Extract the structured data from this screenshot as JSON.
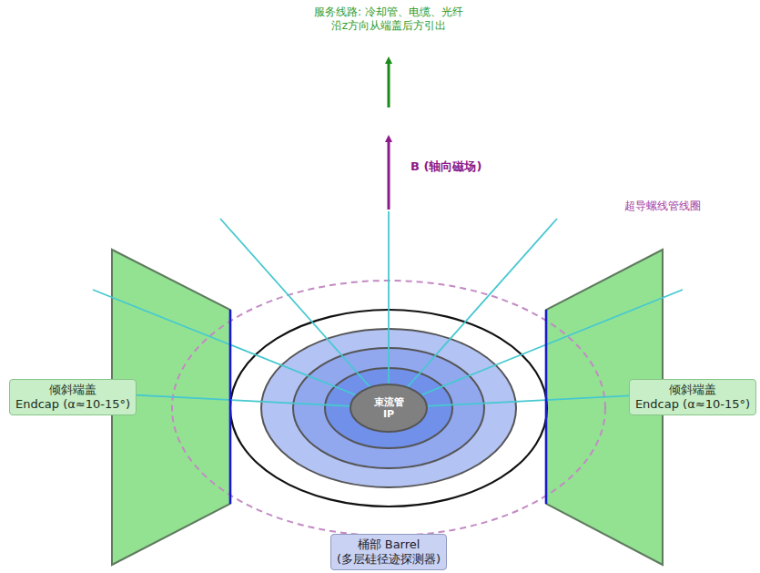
{
  "diagram": {
    "nodes": [
      {
        "text": [
          "倾斜端盖",
          "Endcap (α≈10-15°)"
        ]
      },
      {
        "text": [
          "束流管",
          "IP"
        ]
      },
      {
        "text": [
          "倾斜端盖",
          "Endcap (α≈10-15°)"
        ]
      },
      {
        "text": [
          "桶部 Barrel",
          "(多层硅径迹探测器)"
        ]
      }
    ],
    "edges": [],
    "labels": [
      "服务线路: 冷却管、电缆、光纤",
      "沿z方向从端盖后方引出",
      "B (轴向磁场)",
      "超导螺线管线圈"
    ]
  }
}
